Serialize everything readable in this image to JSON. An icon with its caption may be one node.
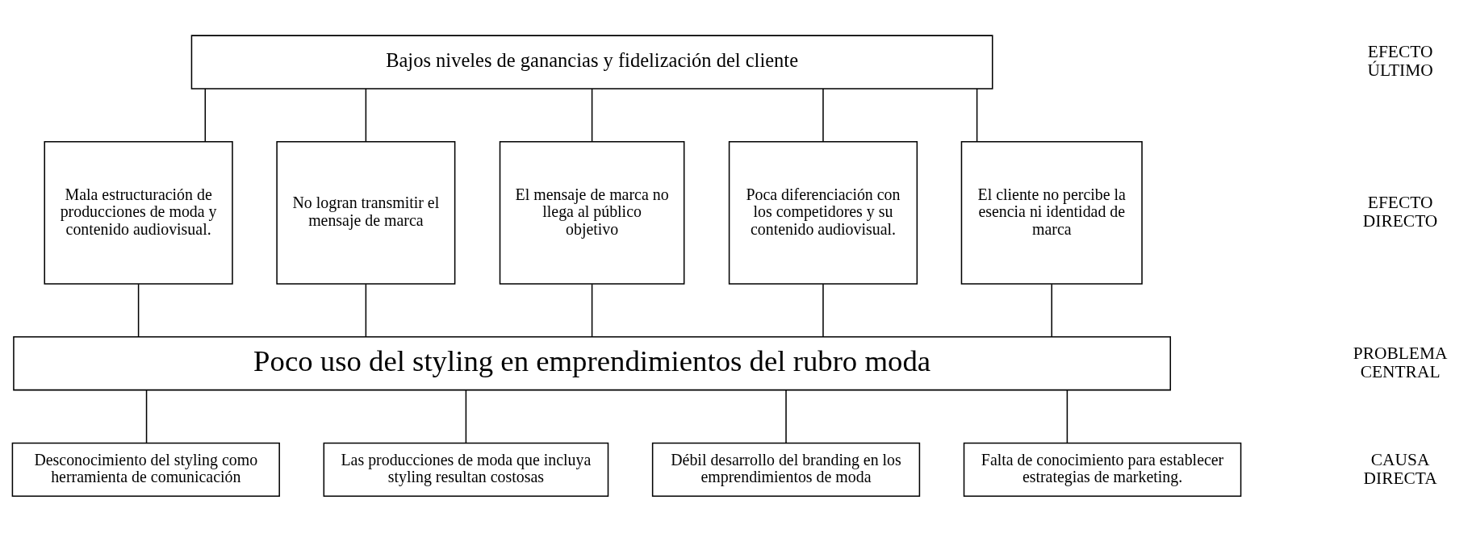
{
  "diagram": {
    "nodes": [
      {
        "text": [
          "Bajos niveles de ganancias y fidelización del cliente"
        ]
      },
      {
        "text": [
          "Mala estructuración de producciones de moda y contenido audiovisual."
        ]
      },
      {
        "text": [
          "No logran transmitir el mensaje de marca"
        ]
      },
      {
        "text": [
          "El mensaje de marca no llega al público objetivo"
        ]
      },
      {
        "text": [
          "Poca diferenciación con los competidores y su contenido audiovisual."
        ]
      },
      {
        "text": [
          "El cliente no percibe la esencia ni identidad de marca"
        ]
      },
      {
        "text": [
          "Poco uso del styling en emprendimientos del rubro moda"
        ]
      },
      {
        "text": [
          "Desconocimiento del styling como herramienta de comunicación"
        ]
      },
      {
        "text": [
          "Las producciones de moda que incluya styling resultan costosas"
        ]
      },
      {
        "text": [
          "Débil desarrollo del branding en los emprendimientos de moda"
        ]
      },
      {
        "text": [
          "Falta de conocimiento para establecer estrategias de marketing."
        ]
      }
    ],
    "edges": [
      {
        "from": 0,
        "to": 1,
        "arrow": "none"
      },
      {
        "from": 0,
        "to": 2,
        "arrow": "none"
      },
      {
        "from": 0,
        "to": 3,
        "arrow": "none"
      },
      {
        "from": 0,
        "to": 4,
        "arrow": "none"
      },
      {
        "from": 0,
        "to": 5,
        "arrow": "none"
      },
      {
        "from": 1,
        "to": 6,
        "arrow": "none"
      },
      {
        "from": 2,
        "to": 6,
        "arrow": "none"
      },
      {
        "from": 3,
        "to": 6,
        "arrow": "none"
      },
      {
        "from": 4,
        "to": 6,
        "arrow": "none"
      },
      {
        "from": 5,
        "to": 6,
        "arrow": "none"
      },
      {
        "from": 6,
        "to": 7,
        "arrow": "none"
      },
      {
        "from": 6,
        "to": 8,
        "arrow": "none"
      },
      {
        "from": 6,
        "to": 9,
        "arrow": "none"
      },
      {
        "from": 6,
        "to": 10,
        "arrow": "none"
      }
    ],
    "labels": [
      "EFECTO ÚLTIMO",
      "EFECTO DIRECTO",
      "PROBLEMA CENTRAL",
      "CAUSA DIRECTA"
    ]
  }
}
